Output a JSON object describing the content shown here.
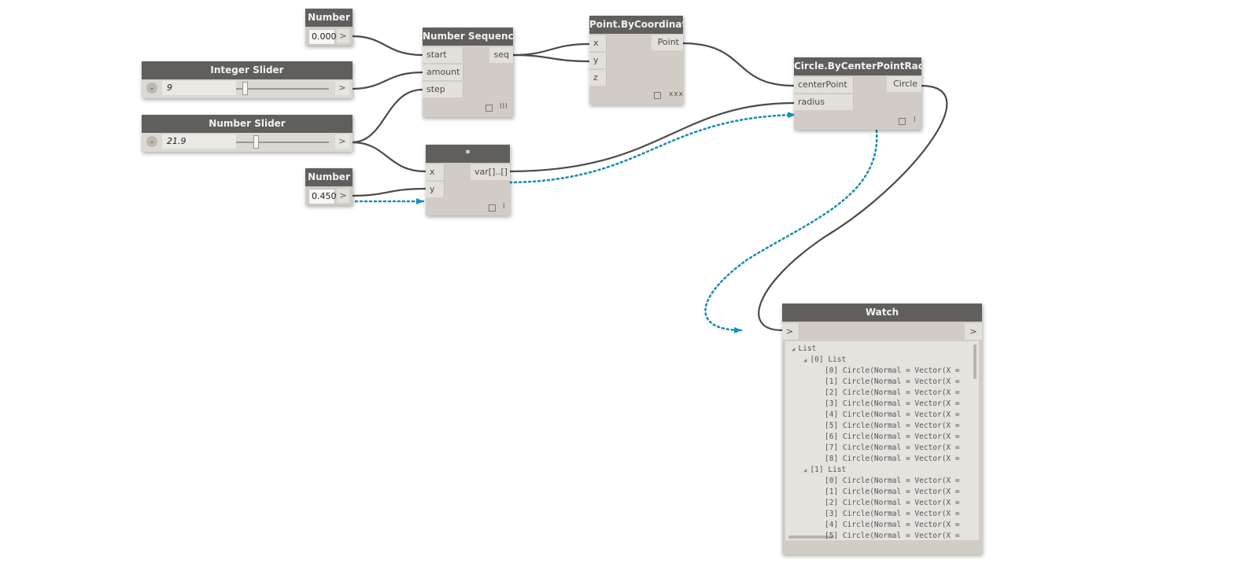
{
  "nodes": {
    "number_1": {
      "title": "Number",
      "value": "0.000",
      "arrow": ">"
    },
    "integer_slider": {
      "title": "Integer Slider",
      "value": "9",
      "arrow": ">",
      "level": 0.07
    },
    "number_slider": {
      "title": "Number Slider",
      "value": "21.9",
      "arrow": ">",
      "level": 0.2
    },
    "number_2": {
      "title": "Number",
      "value": "0.450",
      "arrow": ">"
    },
    "number_sequence": {
      "title": "Number Sequence",
      "inputs": [
        "start",
        "amount",
        "step"
      ],
      "output": "seq",
      "lacing": "lll"
    },
    "multiply": {
      "title": "*",
      "inputs": [
        "x",
        "y"
      ],
      "output": "var[]..[]",
      "lacing": "l"
    },
    "point_by_coordinates": {
      "title": "Point.ByCoordinates",
      "inputs": [
        "x",
        "y",
        "z"
      ],
      "output": "Point",
      "lacing": "xxx"
    },
    "circle_by_center_point_radius": {
      "title": "Circle.ByCenterPointRadius",
      "inputs": [
        "centerPoint",
        "radius"
      ],
      "output": "Circle",
      "lacing": "l"
    },
    "watch": {
      "title": "Watch",
      "in_port": ">",
      "out_port": ">",
      "tree": [
        {
          "indent": 0,
          "text": "List",
          "toggle": true
        },
        {
          "indent": 1,
          "text": "[0] List",
          "toggle": true
        },
        {
          "indent": 2,
          "text": "[0] Circle(Normal = Vector(X ="
        },
        {
          "indent": 2,
          "text": "[1] Circle(Normal = Vector(X ="
        },
        {
          "indent": 2,
          "text": "[2] Circle(Normal = Vector(X ="
        },
        {
          "indent": 2,
          "text": "[3] Circle(Normal = Vector(X ="
        },
        {
          "indent": 2,
          "text": "[4] Circle(Normal = Vector(X ="
        },
        {
          "indent": 2,
          "text": "[5] Circle(Normal = Vector(X ="
        },
        {
          "indent": 2,
          "text": "[6] Circle(Normal = Vector(X ="
        },
        {
          "indent": 2,
          "text": "[7] Circle(Normal = Vector(X ="
        },
        {
          "indent": 2,
          "text": "[8] Circle(Normal = Vector(X ="
        },
        {
          "indent": 1,
          "text": "[1] List",
          "toggle": true
        },
        {
          "indent": 2,
          "text": "[0] Circle(Normal = Vector(X ="
        },
        {
          "indent": 2,
          "text": "[1] Circle(Normal = Vector(X ="
        },
        {
          "indent": 2,
          "text": "[2] Circle(Normal = Vector(X ="
        },
        {
          "indent": 2,
          "text": "[3] Circle(Normal = Vector(X ="
        },
        {
          "indent": 2,
          "text": "[4] Circle(Normal = Vector(X ="
        },
        {
          "indent": 2,
          "text": "[5] Circle(Normal = Vector(X ="
        }
      ]
    }
  },
  "colors": {
    "canvas": "#ffffff",
    "node_header": "#615f5c",
    "node_body": "#d1cdc6",
    "wire": "#4b4b4b",
    "flow_arrow": "#1a8fb5"
  }
}
